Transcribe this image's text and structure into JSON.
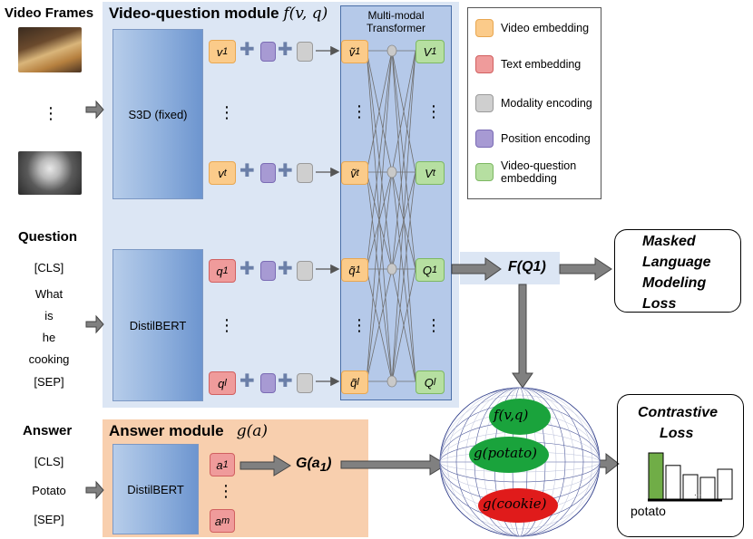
{
  "labels": {
    "video_frames": "Video Frames",
    "question": "Question",
    "answer": "Answer",
    "vq_module_text": "Video-question module",
    "vq_module_math": "f(v, q)",
    "answer_module_text": "Answer module",
    "answer_module_math": "g(a)",
    "transformer_title": "Multi-modal Transformer",
    "s3d": "S3D (fixed)",
    "distilbert_q": "DistilBERT",
    "distilbert_a": "DistilBERT",
    "vdots": "⋮",
    "f_q1": "F(Q1)",
    "g_a1": "G(a",
    "g_a1_sub": "1",
    "g_a1_close": ")",
    "mlm_loss_lines": [
      "Masked",
      "Language",
      "Modeling",
      "Loss"
    ],
    "contrastive_loss_lines": [
      "Contrastive",
      "Loss"
    ],
    "potato_label": "potato",
    "sphere_f": "f(v,q)",
    "sphere_g_potato": "g(potato)",
    "sphere_g_cookie": "g(cookie)"
  },
  "question_tokens": [
    "[CLS]",
    "What",
    "is",
    "he",
    "cooking",
    "[SEP]"
  ],
  "answer_tokens": [
    "[CLS]",
    "Potato",
    "[SEP]"
  ],
  "tokens": {
    "v1": "v",
    "v1_sub": "1",
    "vt": "v",
    "vt_sub": "t",
    "q1": "q",
    "q1_sub": "1",
    "ql": "q",
    "ql_sub": "l",
    "tv1": "ṽ",
    "tv1_sub": "1",
    "tvt": "ṽ",
    "tvt_sub": "t",
    "tq1": "q̃",
    "tq1_sub": "1",
    "tql": "q̃",
    "tql_sub": "l",
    "V1": "V",
    "V1_sub": "1",
    "Vt": "V",
    "Vt_sub": "t",
    "Q1": "Q",
    "Q1_sub": "1",
    "Ql": "Q",
    "Ql_sub": "l",
    "a1": "a",
    "a1_sub": "1",
    "am": "a",
    "am_sub": "m"
  },
  "legend": [
    {
      "label": "Video embedding",
      "color": "#fbcb8a"
    },
    {
      "label": "Text embedding",
      "color": "#ef9b9b"
    },
    {
      "label": "Modality encoding",
      "color": "#cfcfcf"
    },
    {
      "label": "Position encoding",
      "color": "#a79ad3"
    },
    {
      "label": "Video-question embedding",
      "color": "#b6dfa1"
    }
  ],
  "contrastive_bars": [
    0.85,
    0.62,
    0.45,
    0.4,
    0.55
  ],
  "colors": {
    "accent_green": "#70ad47",
    "sphere_green": "#1aa33c",
    "sphere_red": "#e01b1b",
    "arrow_gray": "#7f7f7f"
  }
}
